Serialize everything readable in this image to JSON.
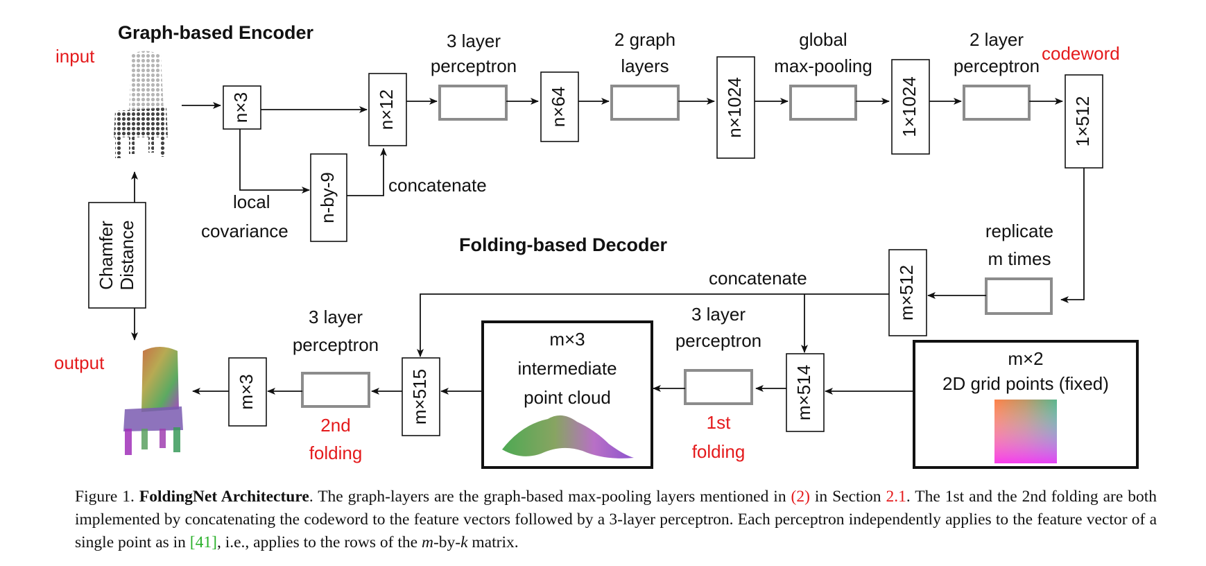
{
  "colors": {
    "accent_label": "#e41a1c",
    "box_stroke": "#111111",
    "layer_stroke": "#8c8c8c",
    "citation_green": "#2ab02a"
  },
  "encoder": {
    "title": "Graph-based Encoder",
    "input_label": "input",
    "box_n3": "n×3",
    "box_nby9": "n-by-9",
    "local_cov_line1": "local",
    "local_cov_line2": "covariance",
    "concatenate": "concatenate",
    "box_n12": "n×12",
    "mlp3_line1": "3 layer",
    "mlp3_line2": "perceptron",
    "box_n64": "n×64",
    "graph_line1": "2 graph",
    "graph_line2": "layers",
    "box_n1024": "n×1024",
    "pool_line1": "global",
    "pool_line2": "max-pooling",
    "box_1x1024": "1×1024",
    "mlp2_line1": "2 layer",
    "mlp2_line2": "perceptron",
    "codeword_label": "codeword",
    "box_1x512": "1×512"
  },
  "chamfer": {
    "line1": "Chamfer",
    "line2": "Distance"
  },
  "decoder": {
    "title": "Folding-based Decoder",
    "replicate_line1": "replicate",
    "replicate_line2": "m times",
    "box_m512": "m×512",
    "concatenate": "concatenate",
    "grid_title": "m×2",
    "grid_subtitle": "2D grid points (fixed)",
    "box_m514": "m×514",
    "mlp_a_line1": "3 layer",
    "mlp_a_line2": "perceptron",
    "fold1_line1": "1st",
    "fold1_line2": "folding",
    "inter_line1": "m×3",
    "inter_line2": "intermediate",
    "inter_line3": "point cloud",
    "box_m515": "m×515",
    "mlp_b_line1": "3 layer",
    "mlp_b_line2": "perceptron",
    "fold2_line1": "2nd",
    "fold2_line2": "folding",
    "box_m3": "m×3",
    "output_label": "output"
  },
  "caption": {
    "figure_label": "Figure 1.",
    "title": "FoldingNet Architecture",
    "part1": ". The graph-layers are the graph-based max-pooling layers mentioned in",
    "ref_eq": "(2)",
    "part2": "in Section",
    "ref_section": "2.1",
    "part3": ". The 1st and the 2nd folding are both implemented by concatenating the codeword to the feature vectors followed by a 3-layer perceptron. Each perceptron independently applies to the feature vector of a single point as in",
    "ref_cite": "[41]",
    "part4": ", i.e., applies to the rows of the",
    "math_m": "m",
    "part5": "-by-",
    "math_k": "k",
    "part6": "matrix."
  }
}
